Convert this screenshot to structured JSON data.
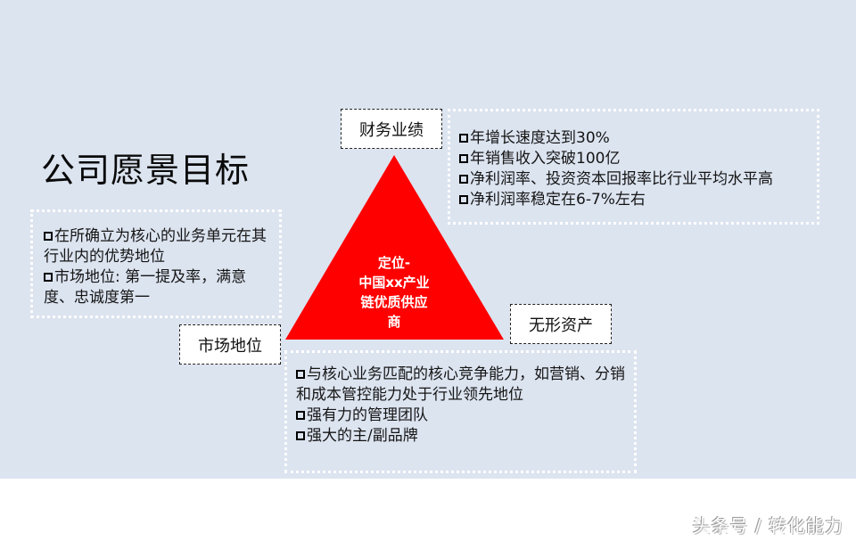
{
  "slide": {
    "title": "公司愿景目标",
    "background_color": "#dce4f0",
    "accent_color": "#ff0000"
  },
  "triangle": {
    "lines": [
      "定位-",
      "中国xx产业",
      "链优质供应",
      "商"
    ]
  },
  "labels": {
    "financial": "财务业绩",
    "market": "市场地位",
    "intangible": "无形资产"
  },
  "financial_box": {
    "items": [
      "年增长速度达到30%",
      "年销售收入突破100亿",
      "净利润率、投资资本回报率比行业平均水平高",
      "净利润率稳定在6-7%左右"
    ]
  },
  "market_box": {
    "items": [
      "在所确立为核心的业务单元在其行业内的优势地位",
      "市场地位: 第一提及率，满意度、忠诚度第一"
    ]
  },
  "intangible_box": {
    "items": [
      "与核心业务匹配的核心竞争能力，如营销、分销和成本管控能力处于行业领先地位",
      "强有力的管理团队",
      "强大的主/副品牌"
    ]
  },
  "watermark": "头条号 / 转化能力"
}
